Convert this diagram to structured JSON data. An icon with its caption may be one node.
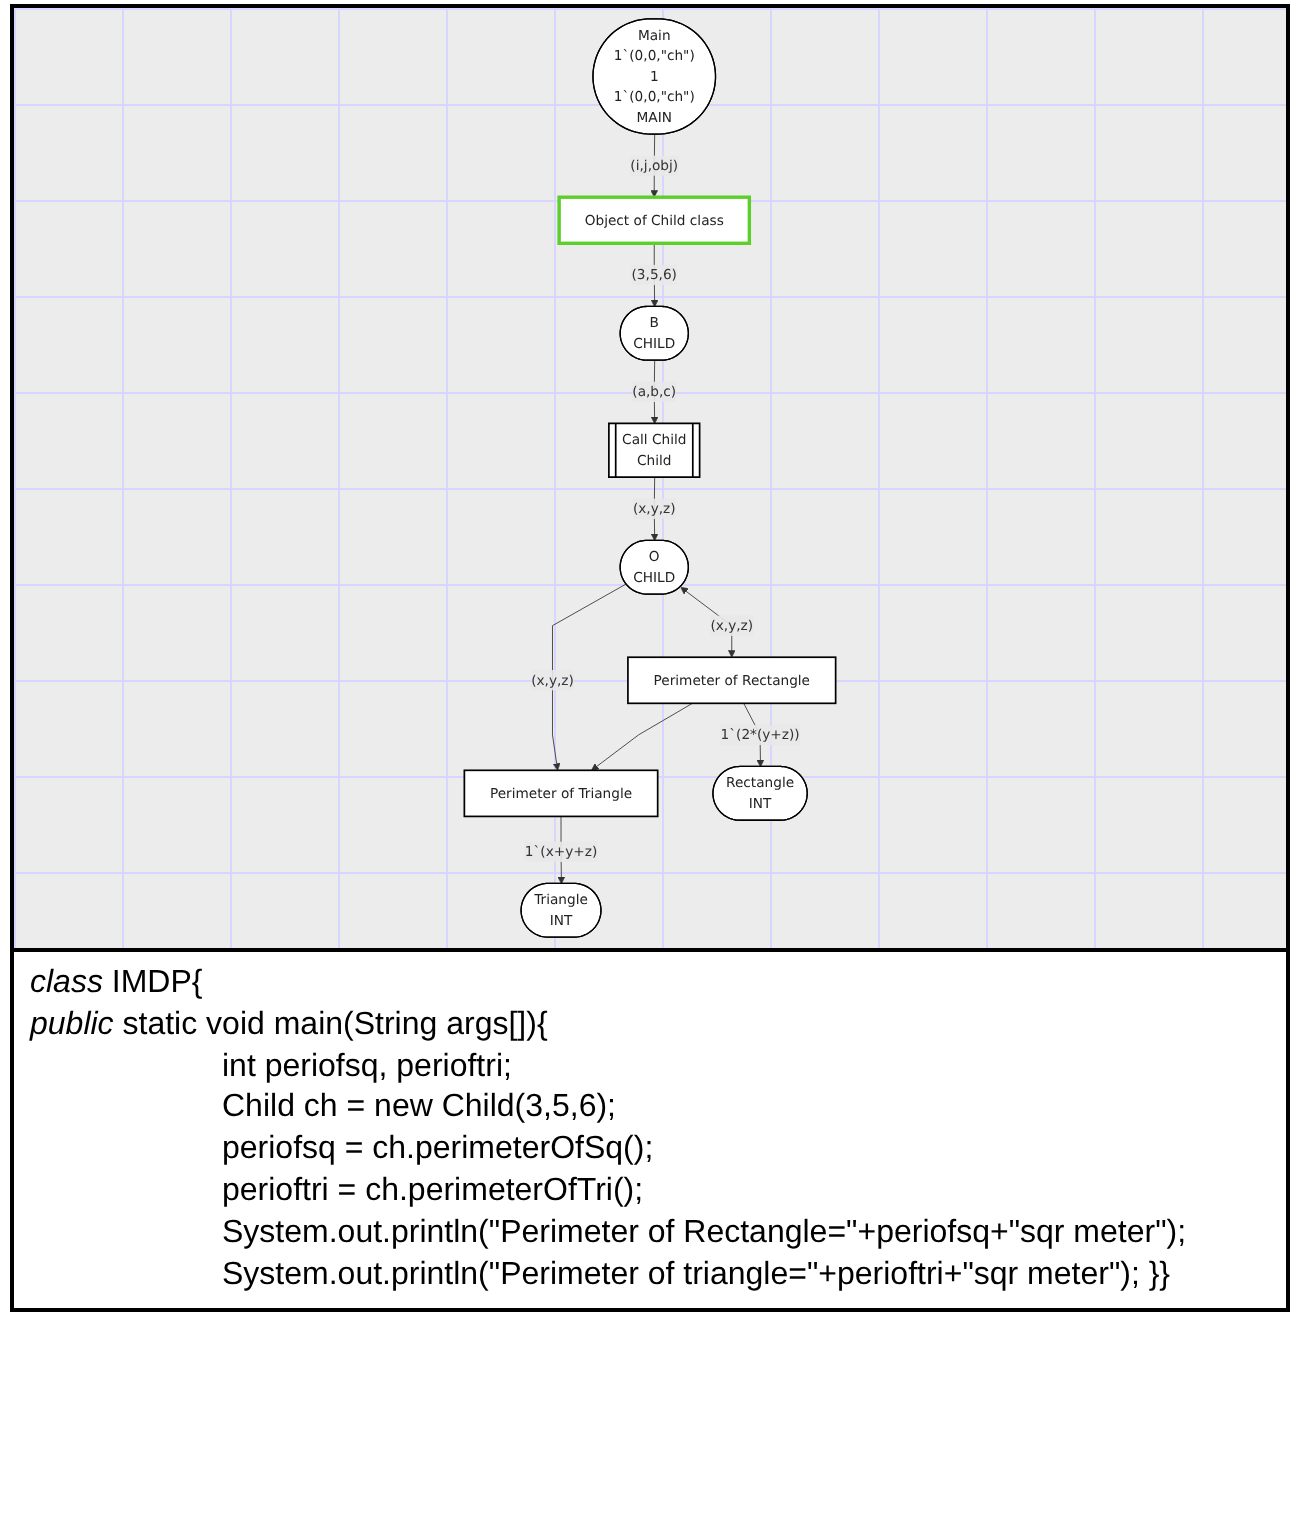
{
  "diagram": {
    "nodes": [
      {
        "text": [
          "Main",
          "1`(0,0,\"ch\")",
          "1",
          "1`(0,0,\"ch\")",
          "MAIN"
        ]
      },
      {
        "text": [
          "Object of Child class"
        ]
      },
      {
        "text": [
          "B",
          "CHILD"
        ]
      },
      {
        "text": [
          "Call Child",
          "Child"
        ]
      },
      {
        "text": [
          "O",
          "CHILD"
        ]
      },
      {
        "text": [
          "Perimeter of Rectangle"
        ]
      },
      {
        "text": [
          "Perimeter of Triangle"
        ]
      },
      {
        "text": [
          "Rectangle",
          "INT"
        ]
      },
      {
        "text": [
          "Triangle",
          "INT"
        ]
      }
    ],
    "edges": [
      {
        "from": 0,
        "to": 1,
        "arrow": "to",
        "label": "(i,j,obj)"
      },
      {
        "from": 1,
        "to": 2,
        "arrow": "to",
        "label": "(3,5,6)"
      },
      {
        "from": 2,
        "to": 3,
        "arrow": "to",
        "label": "(a,b,c)"
      },
      {
        "from": 3,
        "to": 4,
        "arrow": "to",
        "label": "(x,y,z)"
      },
      {
        "from": 4,
        "to": 5,
        "arrow": "both",
        "label": "(x,y,z)"
      },
      {
        "from": 4,
        "to": 6,
        "arrow": "to",
        "label": "(x,y,z)"
      },
      {
        "from": 5,
        "to": 6,
        "arrow": "to"
      },
      {
        "from": 5,
        "to": 7,
        "arrow": "to",
        "label": "1`(2*(y+z))"
      },
      {
        "from": 6,
        "to": 8,
        "arrow": "to",
        "label": "1`(x+y+z)"
      }
    ],
    "labels": [
      "*class* IMDP{",
      "*public* static void main(String args[]){",
      "int periofsq, perioftri;",
      "Child ch = new Child(3,5,6);",
      "periofsq = ch.perimeterOfSq();",
      "perioftri = ch.perimeterOfTri();",
      "System.out.println(\"Perimeter of Rectangle=\"+periofsq+\"sqr meter\");",
      "System.out.println(\"Perimeter of  triangle=\"+perioftri+\"sqr meter\");    }}"
    ]
  }
}
